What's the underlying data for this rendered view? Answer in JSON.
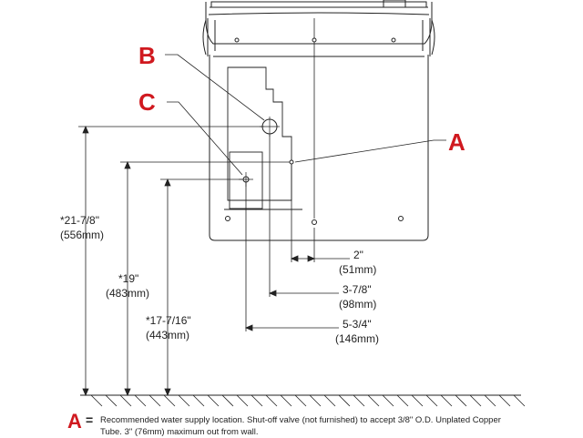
{
  "callouts": {
    "a": "A",
    "b": "B",
    "c": "C"
  },
  "dimensions": {
    "height_overall": {
      "primary": "*21-7/8\"",
      "metric": "(556mm)"
    },
    "height_19": {
      "primary": "*19\"",
      "metric": "(483mm)"
    },
    "height_17": {
      "primary": "*17-7/16\"",
      "metric": "(443mm)"
    },
    "offset_2": {
      "primary": "2\"",
      "metric": "(51mm)"
    },
    "offset_378": {
      "primary": "3-7/8\"",
      "metric": "(98mm)"
    },
    "offset_534": {
      "primary": "5-3/4\"",
      "metric": "(146mm)"
    }
  },
  "legend": {
    "key": "A",
    "equals": "=",
    "text": "Recommended water supply location. Shut-off valve (not furnished) to accept 3/8\" O.D. Unplated Copper Tube. 3\" (76mm) maximum out from wall."
  },
  "colors": {
    "callout": "#d0191f",
    "line": "#222222",
    "body_fill": "#ffffff"
  }
}
